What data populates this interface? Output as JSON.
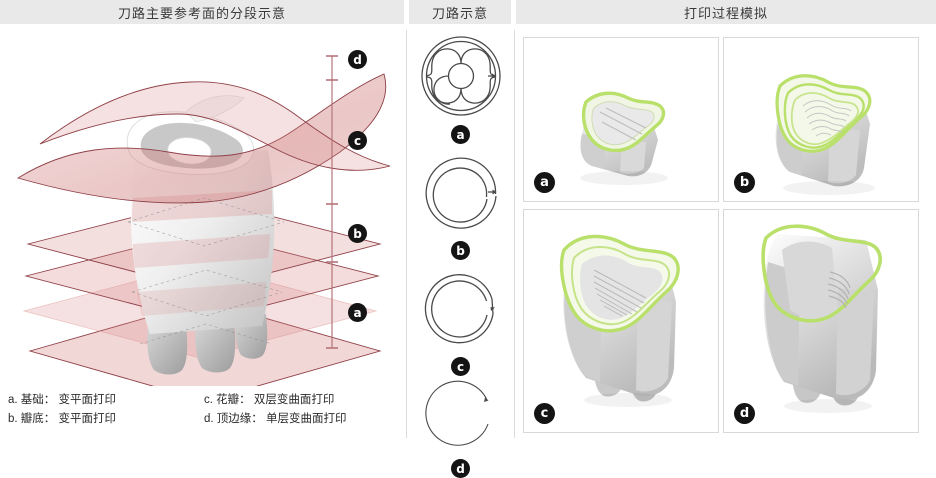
{
  "headers": {
    "left": "刀路主要参考面的分段示意",
    "middle": "刀路示意",
    "right": "打印过程模拟"
  },
  "colors": {
    "header_bg": "#e9e9e9",
    "header_text": "#3a3a3a",
    "plane_fill": "#d98b8b",
    "plane_edge": "#8e3f46",
    "axis_line": "#b5747a",
    "badge_bg": "#141414",
    "badge_text": "#ffffff",
    "toolpath_stroke": "#4a4a4a",
    "print_highlight": "#b9e06a",
    "model_light": "#f2f2f2",
    "model_shadow": "#b9b9b9",
    "panel_border": "#d8d8d8"
  },
  "axis": {
    "segments": [
      {
        "id": "a",
        "label": "a"
      },
      {
        "id": "b",
        "label": "b"
      },
      {
        "id": "c",
        "label": "c"
      },
      {
        "id": "d",
        "label": "d"
      }
    ]
  },
  "legend": {
    "rows": [
      {
        "left": "a. 基础：  变平面打印",
        "right": "c. 花瓣：  双层变曲面打印"
      },
      {
        "left": "b. 瓣底：  变平面打印",
        "right": "d. 顶边缘：  单层变曲面打印"
      }
    ]
  },
  "toolpaths": [
    {
      "id": "a",
      "label": "a",
      "kind": "triple-lobe-infill-spiral"
    },
    {
      "id": "b",
      "label": "b",
      "kind": "double-arc-ring"
    },
    {
      "id": "c",
      "label": "c",
      "kind": "double-ring"
    },
    {
      "id": "d",
      "label": "d",
      "kind": "single-open-ring"
    }
  ],
  "simulations": [
    {
      "id": "a",
      "label": "a",
      "stage": "base-first-layer"
    },
    {
      "id": "b",
      "label": "b",
      "stage": "petal-bottom-layers"
    },
    {
      "id": "c",
      "label": "c",
      "stage": "petal-double-curved"
    },
    {
      "id": "d",
      "label": "d",
      "stage": "top-edge-single-curved"
    }
  ]
}
